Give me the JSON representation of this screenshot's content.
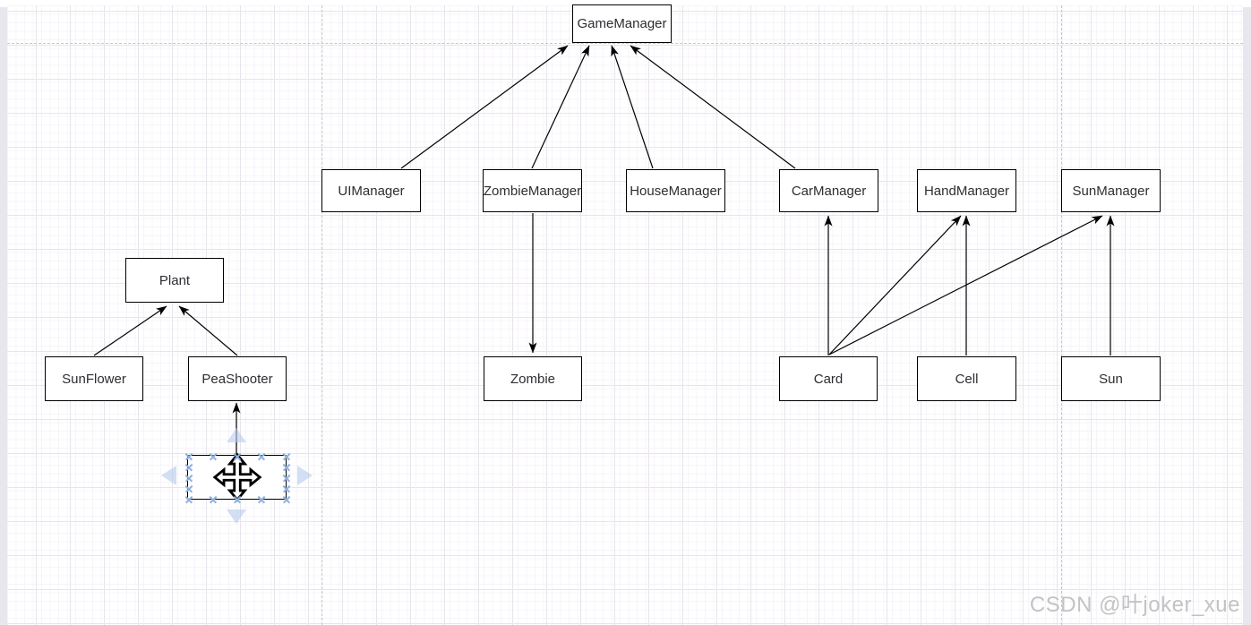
{
  "app": {
    "description": "diagram editor canvas"
  },
  "nodes": [
    {
      "id": "game-manager",
      "label": "GameManager"
    },
    {
      "id": "ui-manager",
      "label": "UIManager"
    },
    {
      "id": "zombie-manager",
      "label": "ZombieManager"
    },
    {
      "id": "house-manager",
      "label": "HouseManager"
    },
    {
      "id": "car-manager",
      "label": "CarManager"
    },
    {
      "id": "hand-manager",
      "label": "HandManager"
    },
    {
      "id": "sun-manager",
      "label": "SunManager"
    },
    {
      "id": "plant",
      "label": "Plant"
    },
    {
      "id": "sunflower",
      "label": "SunFlower"
    },
    {
      "id": "peashooter",
      "label": "PeaShooter"
    },
    {
      "id": "zombie",
      "label": "Zombie"
    },
    {
      "id": "card",
      "label": "Card"
    },
    {
      "id": "cell",
      "label": "Cell"
    },
    {
      "id": "sun",
      "label": "Sun"
    },
    {
      "id": "unnamed-selected",
      "label": ""
    }
  ],
  "edges": [
    {
      "from": "ui-manager",
      "to": "game-manager"
    },
    {
      "from": "zombie-manager",
      "to": "game-manager"
    },
    {
      "from": "house-manager",
      "to": "game-manager"
    },
    {
      "from": "car-manager",
      "to": "game-manager"
    },
    {
      "from": "zombie-manager",
      "to": "zombie"
    },
    {
      "from": "sunflower",
      "to": "plant"
    },
    {
      "from": "peashooter",
      "to": "plant"
    },
    {
      "from": "unnamed-selected",
      "to": "peashooter"
    },
    {
      "from": "card",
      "to": "car-manager"
    },
    {
      "from": "card",
      "to": "hand-manager"
    },
    {
      "from": "card",
      "to": "sun-manager"
    },
    {
      "from": "cell",
      "to": "hand-manager"
    },
    {
      "from": "sun",
      "to": "sun-manager"
    }
  ],
  "selection": {
    "selected_node": "unnamed-selected",
    "handle_color": "#8fb0dc",
    "nav_arrow_color": "#b5cbee"
  },
  "colors": {
    "node_border": "#000000",
    "node_fill": "#ffffff",
    "edge": "#000000",
    "grid_major": "#e7e5ec",
    "page_border": "#c7c7c7"
  },
  "watermark": {
    "text": "CSDN @叶joker_xue"
  }
}
